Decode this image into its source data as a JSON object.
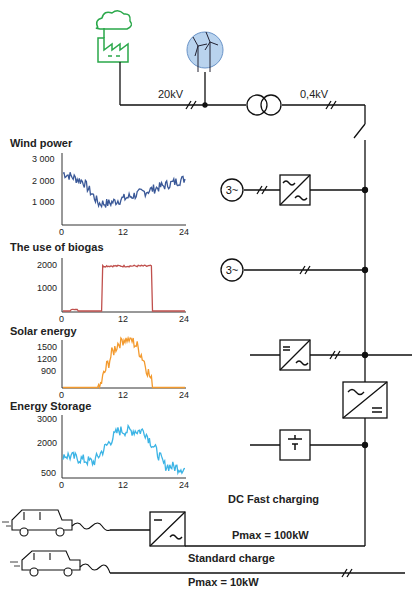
{
  "diagram": {
    "nodes": [
      {
        "text": [
          "3~"
        ]
      },
      {
        "text": [
          "3~"
        ]
      }
    ],
    "labels": [
      "20kV",
      "0,4kV",
      "Wind power",
      "3 000",
      "2 000",
      "1 000",
      "0",
      "12",
      "24",
      "The use of biogas",
      "2000",
      "1000",
      "0",
      "12",
      "24",
      "Solar energy",
      "1500",
      "1200",
      "900",
      "0",
      "12",
      "24",
      "Energy Storage",
      "3000",
      "2000",
      "500",
      "0",
      "12",
      "24",
      "DC Fast charging",
      "Pmax = 100kW",
      "Standard charge",
      "Pmax = 10kW"
    ]
  }
}
